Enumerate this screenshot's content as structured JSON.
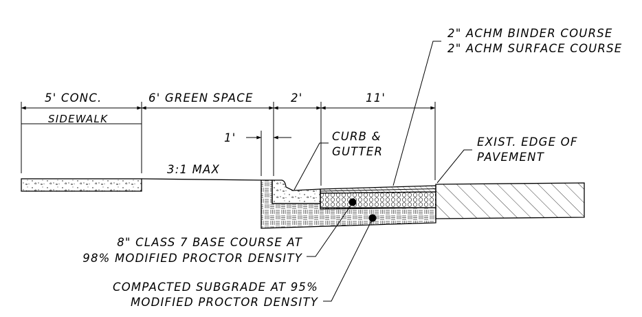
{
  "dimensions": {
    "sidewalk_width": "5' CONC.",
    "sidewalk_label": "SIDEWALK",
    "green_space": "6' GREEN SPACE",
    "curb_width": "2'",
    "lane_width": "11'",
    "offset": "1'",
    "slope": "3:1 MAX"
  },
  "callouts": {
    "binder_course": "2\" ACHM BINDER COURSE",
    "surface_course": "2\" ACHM SURFACE COURSE",
    "curb_line1": "CURB &",
    "curb_line2": "GUTTER",
    "edge_line1": "EXIST. EDGE OF",
    "edge_line2": "PAVEMENT",
    "base_line1": "8\" CLASS 7 BASE COURSE AT",
    "base_line2": "98% MODIFIED PROCTOR DENSITY",
    "subgrade_line1": "COMPACTED SUBGRADE AT 95%",
    "subgrade_line2": "MODIFIED PROCTOR DENSITY"
  }
}
